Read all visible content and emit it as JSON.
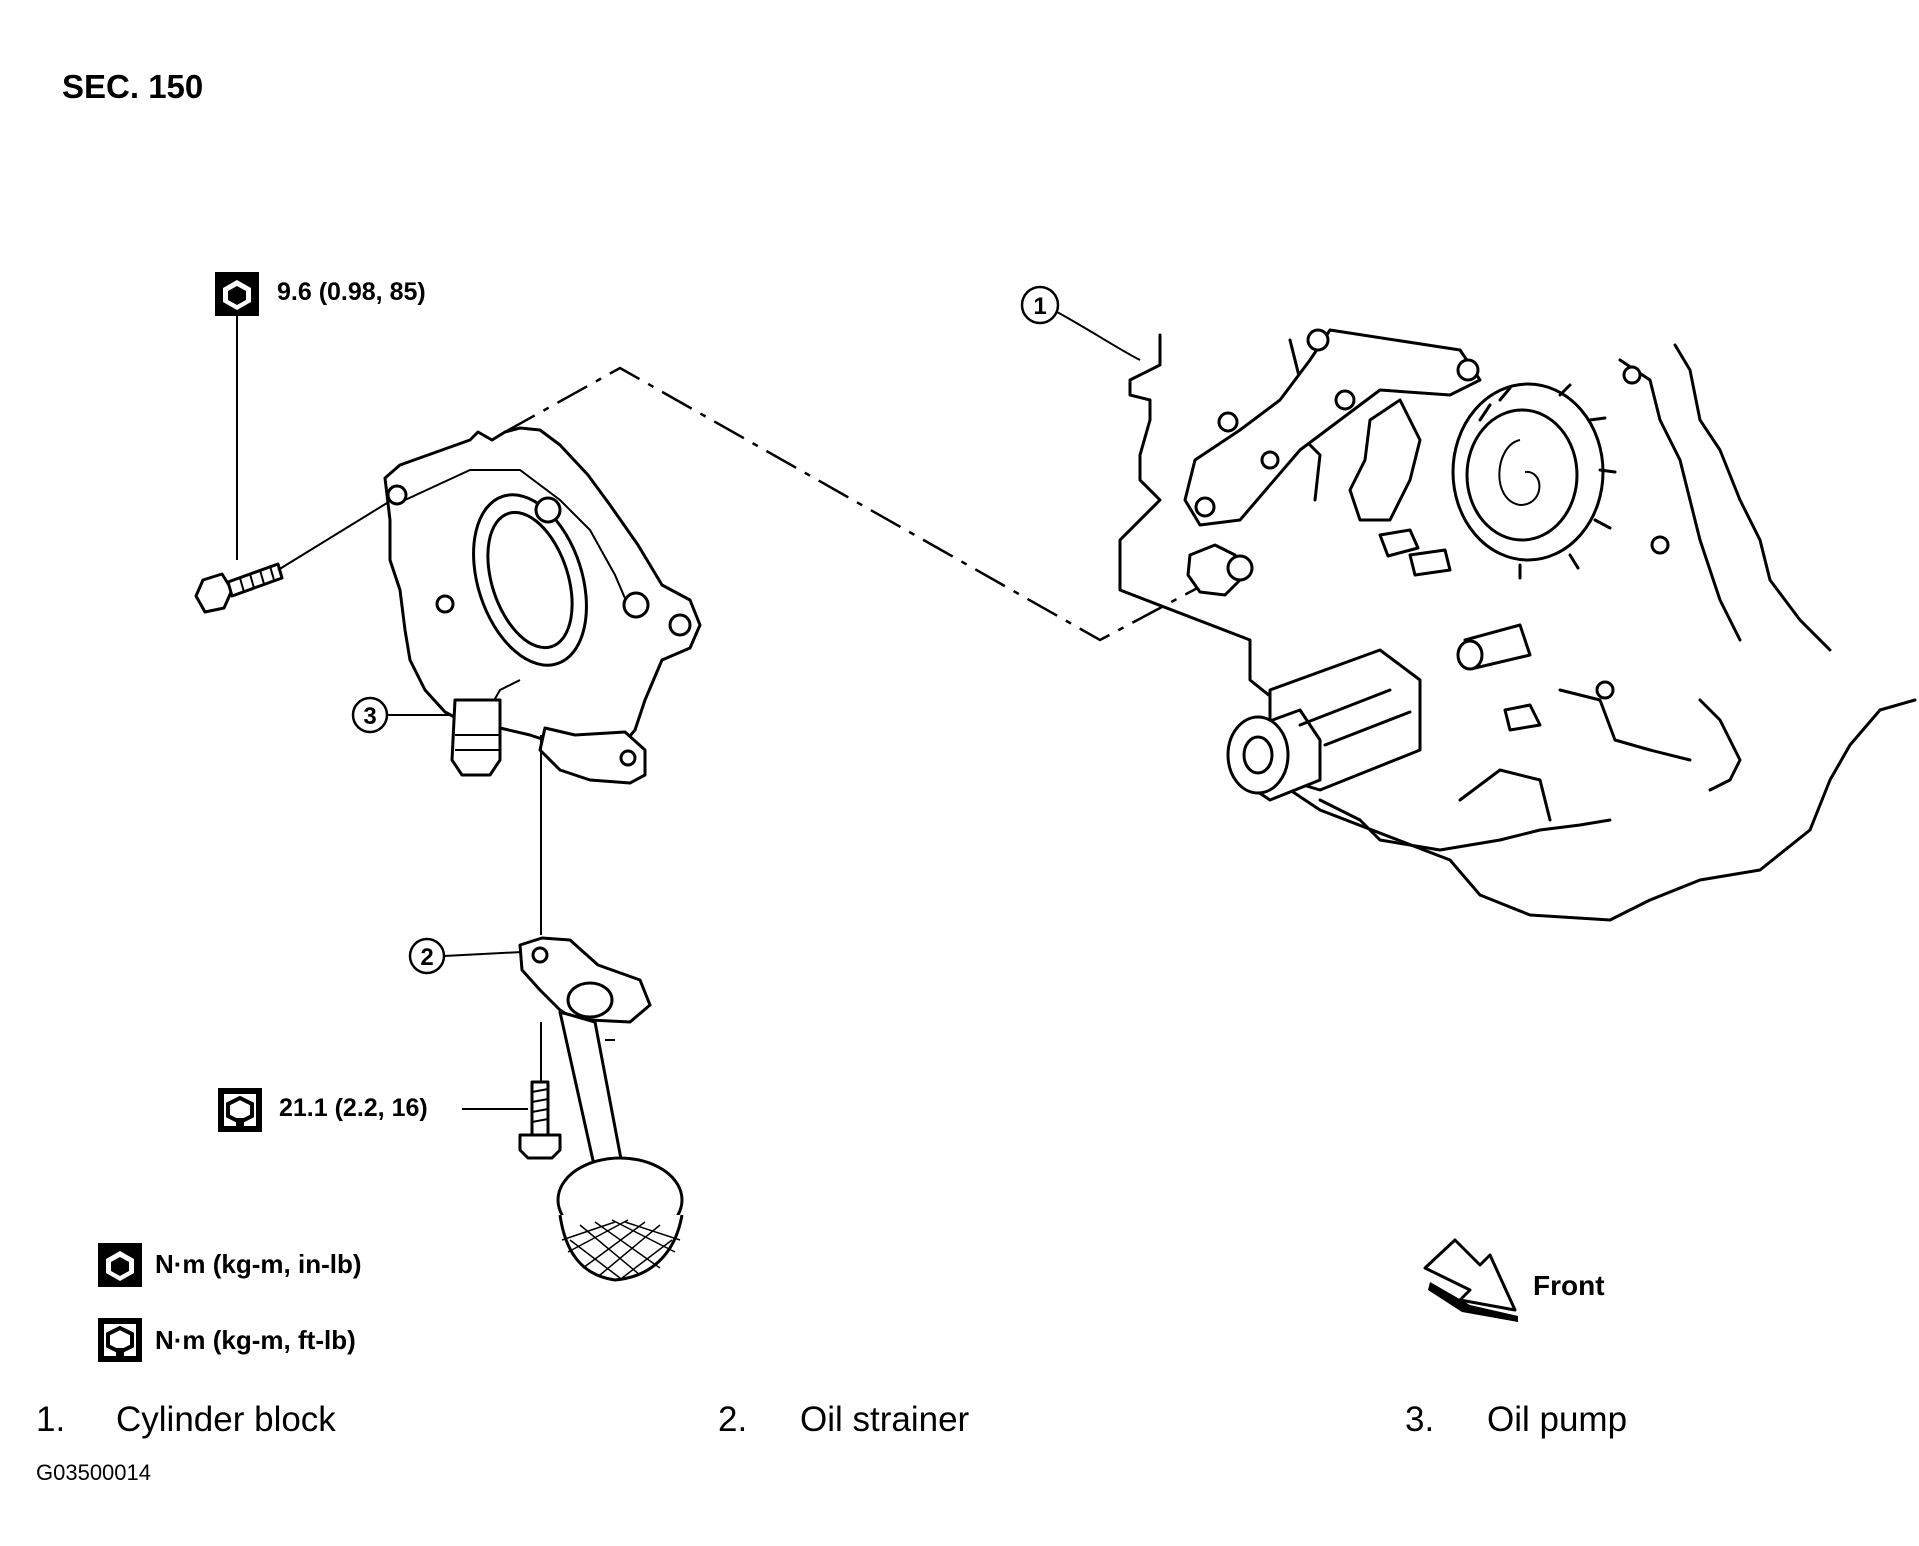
{
  "section": "SEC. 150",
  "torque_specs": [
    {
      "value": "9.6 (0.98, 85)",
      "icon": "torque-wrench-filled-icon"
    },
    {
      "value": "21.1 (2.2, 16)",
      "icon": "torque-wrench-outline-icon"
    }
  ],
  "callouts": [
    "1",
    "2",
    "3"
  ],
  "legend": [
    {
      "icon": "torque-wrench-filled-icon",
      "text": "N·m (kg-m, in-lb)"
    },
    {
      "icon": "torque-wrench-outline-icon",
      "text": "N·m (kg-m, ft-lb)"
    }
  ],
  "direction": {
    "label": "Front",
    "icon": "front-direction-arrow-icon"
  },
  "captions": [
    {
      "num": "1.",
      "name": "Cylinder block"
    },
    {
      "num": "2.",
      "name": "Oil strainer"
    },
    {
      "num": "3.",
      "name": "Oil pump"
    }
  ],
  "figure_code": "G03500014"
}
